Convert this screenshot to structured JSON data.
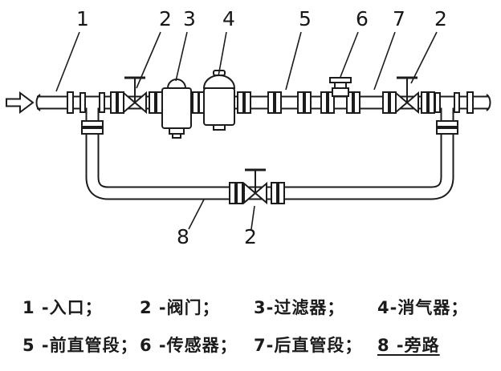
{
  "callouts": {
    "top": [
      "1",
      "2",
      "3",
      "4",
      "5",
      "6",
      "7",
      "2"
    ],
    "bottom": [
      "8",
      "2"
    ]
  },
  "legend": {
    "row1": [
      "1 -入口；",
      "2 -阀门；",
      "3-过滤器；",
      "4-消气器；"
    ],
    "row2": [
      "5 -前直管段；",
      "6 -传感器；",
      "7-后直管段；",
      "8 -旁路"
    ]
  },
  "colors": {
    "ink": "#1c1c1c",
    "background": "#ffffff"
  }
}
